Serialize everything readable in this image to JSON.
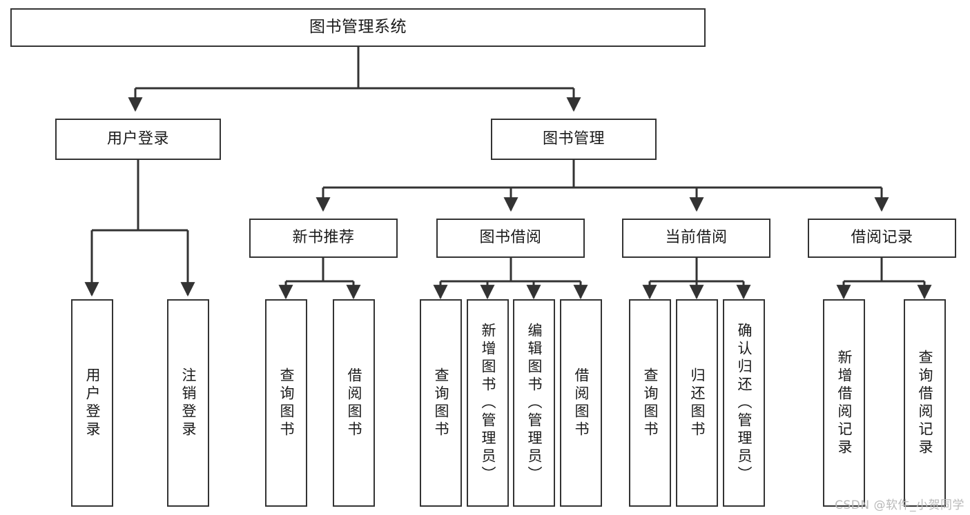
{
  "diagram": {
    "title": "图书管理系统",
    "watermark": "CSDN @软件_小贺同学",
    "line_color": "#333333",
    "box_fill": "#ffffff",
    "text_color": "#1a1a1a",
    "watermark_color": "#b9b9b9",
    "root": {
      "label": "图书管理系统"
    },
    "level2": [
      {
        "label": "用户登录"
      },
      {
        "label": "图书管理"
      }
    ],
    "level3": [
      {
        "label": "新书推荐"
      },
      {
        "label": "图书借阅"
      },
      {
        "label": "当前借阅"
      },
      {
        "label": "借阅记录"
      }
    ],
    "leaves": {
      "user_login": [
        {
          "label": "用户登录"
        },
        {
          "label": "注销登录"
        }
      ],
      "new_book_recommend": [
        {
          "label": "查询图书"
        },
        {
          "label": "借阅图书"
        }
      ],
      "book_borrow": [
        {
          "label": "查询图书"
        },
        {
          "label": "新增图书（管理员）"
        },
        {
          "label": "编辑图书（管理员）"
        },
        {
          "label": "借阅图书"
        }
      ],
      "current_borrow": [
        {
          "label": "查询图书"
        },
        {
          "label": "归还图书"
        },
        {
          "label": "确认归还（管理员）"
        }
      ],
      "borrow_record": [
        {
          "label": "新增借阅记录"
        },
        {
          "label": "查询借阅记录"
        }
      ]
    }
  }
}
